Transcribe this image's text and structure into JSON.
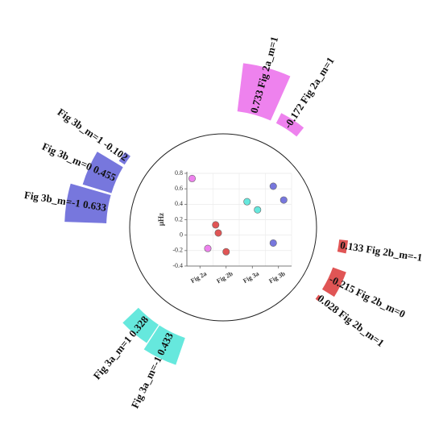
{
  "chart_data": {
    "type": "radial-bar",
    "groups": [
      {
        "name": "Fig 2a",
        "color": "#ee82ee",
        "items": [
          {
            "label": "Fig 2a_m=1",
            "value": 0.733,
            "value_text": "0.733"
          },
          {
            "label": "Fig 2a_m=1",
            "value": -0.172,
            "value_text": "-0.172"
          }
        ]
      },
      {
        "name": "Fig 2b",
        "color": "#e05555",
        "items": [
          {
            "label": "Fig 2b_m=-1",
            "value": 0.133,
            "value_text": "0.133"
          },
          {
            "label": "Fig 2b_m=0",
            "value": -0.215,
            "value_text": "-0.215"
          },
          {
            "label": "Fig 2b_m=1",
            "value": 0.028,
            "value_text": "0.028"
          }
        ]
      },
      {
        "name": "Fig 3a",
        "color": "#66e8dd",
        "items": [
          {
            "label": "Fig 3a_m=-1",
            "value": 0.433,
            "value_text": "0.433"
          },
          {
            "label": "Fig 3a_m=1",
            "value": 0.328,
            "value_text": "0.328"
          }
        ]
      },
      {
        "name": "Fig 3b",
        "color": "#7777dd",
        "items": [
          {
            "label": "Fig 3b_m=-1",
            "value": 0.633,
            "value_text": "0.633"
          },
          {
            "label": "Fig 3b_m=0",
            "value": 0.455,
            "value_text": "0.455"
          },
          {
            "label": "Fig 3b_m=1",
            "value": -0.102,
            "value_text": "-0.102"
          }
        ]
      }
    ],
    "inset": {
      "type": "scatter",
      "ylabel": "μHz",
      "categories": [
        "Fig 2a",
        "Fig 2b",
        "Fig 3a",
        "Fig 3b"
      ],
      "ylim": [
        -0.4,
        0.8
      ],
      "yticks": [
        "0.8",
        "0.6",
        "0.4",
        "0.2",
        "0",
        "-0.2",
        "-0.4"
      ],
      "ytick_values": [
        0.8,
        0.6,
        0.4,
        0.2,
        0,
        -0.2,
        -0.4
      ],
      "grid": true,
      "points": [
        {
          "cat": 0,
          "offset": -0.3,
          "y": 0.733
        },
        {
          "cat": 0,
          "offset": 0.3,
          "y": -0.172
        },
        {
          "cat": 1,
          "offset": -0.4,
          "y": 0.133
        },
        {
          "cat": 1,
          "offset": -0.3,
          "y": 0.028
        },
        {
          "cat": 1,
          "offset": 0.0,
          "y": -0.215
        },
        {
          "cat": 2,
          "offset": -0.2,
          "y": 0.433
        },
        {
          "cat": 2,
          "offset": 0.2,
          "y": 0.328
        },
        {
          "cat": 3,
          "offset": -0.2,
          "y": 0.633
        },
        {
          "cat": 3,
          "offset": 0.2,
          "y": 0.455
        },
        {
          "cat": 3,
          "offset": -0.2,
          "y": -0.102
        }
      ]
    }
  }
}
